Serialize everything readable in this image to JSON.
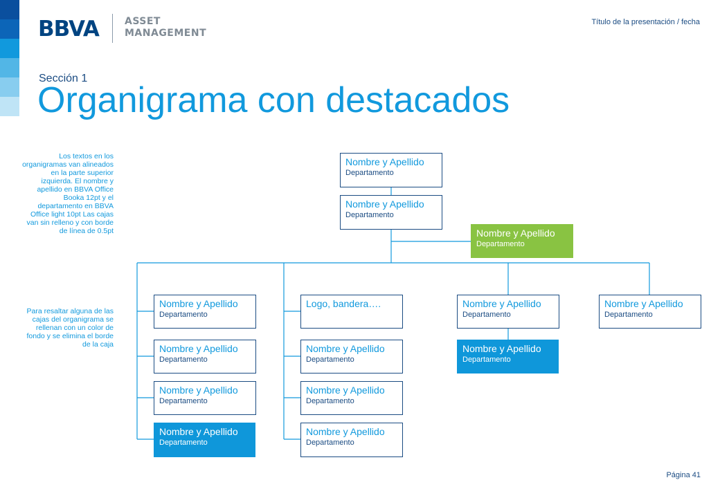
{
  "header": {
    "logo_text": "BBVA",
    "logo_sub_line1": "ASSET",
    "logo_sub_line2": "MANAGEMENT",
    "presentation_note": "Título de la presentación / fecha"
  },
  "slide": {
    "section": "Sección 1",
    "title": "Organigrama con destacados",
    "note_alignment": "Los textos en los organigramas van alineados en la parte superior izquierda. El nombre y apellido en BBVA Office Booka 12pt y el departamento en BBVA Office light 10pt Las cajas van sin relleno y con borde de línea de 0.5pt",
    "note_highlight": "Para resaltar alguna de las cajas del organigrama se rellenan con un color de fondo y se elimina el borde de la caja",
    "page_label": "Página 41"
  },
  "colors": {
    "accent_blue": "#1199dd",
    "navy": "#1a4b82",
    "highlight_blue": "#0f97da",
    "highlight_green": "#89c342"
  },
  "org": {
    "top": {
      "name": "Nombre y Apellido",
      "dept": "Departamento"
    },
    "second": {
      "name": "Nombre y Apellido",
      "dept": "Departamento"
    },
    "assistant": {
      "name": "Nombre y Apellido",
      "dept": "Departamento"
    },
    "col1": [
      {
        "name": "Nombre y Apellido",
        "dept": "Departamento"
      },
      {
        "name": "Nombre y Apellido",
        "dept": "Departamento"
      },
      {
        "name": "Nombre y Apellido",
        "dept": "Departamento"
      },
      {
        "name": "Nombre y Apellido",
        "dept": "Departamento"
      }
    ],
    "col2": [
      {
        "name": "Logo, bandera…."
      },
      {
        "name": "Nombre y Apellido",
        "dept": "Departamento"
      },
      {
        "name": "Nombre y Apellido",
        "dept": "Departamento"
      },
      {
        "name": "Nombre y Apellido",
        "dept": "Departamento"
      }
    ],
    "col3": [
      {
        "name": "Nombre y Apellido",
        "dept": "Departamento"
      },
      {
        "name": "Nombre y Apellido",
        "dept": "Departamento"
      }
    ],
    "col4": [
      {
        "name": "Nombre y Apellido",
        "dept": "Departamento"
      }
    ]
  }
}
